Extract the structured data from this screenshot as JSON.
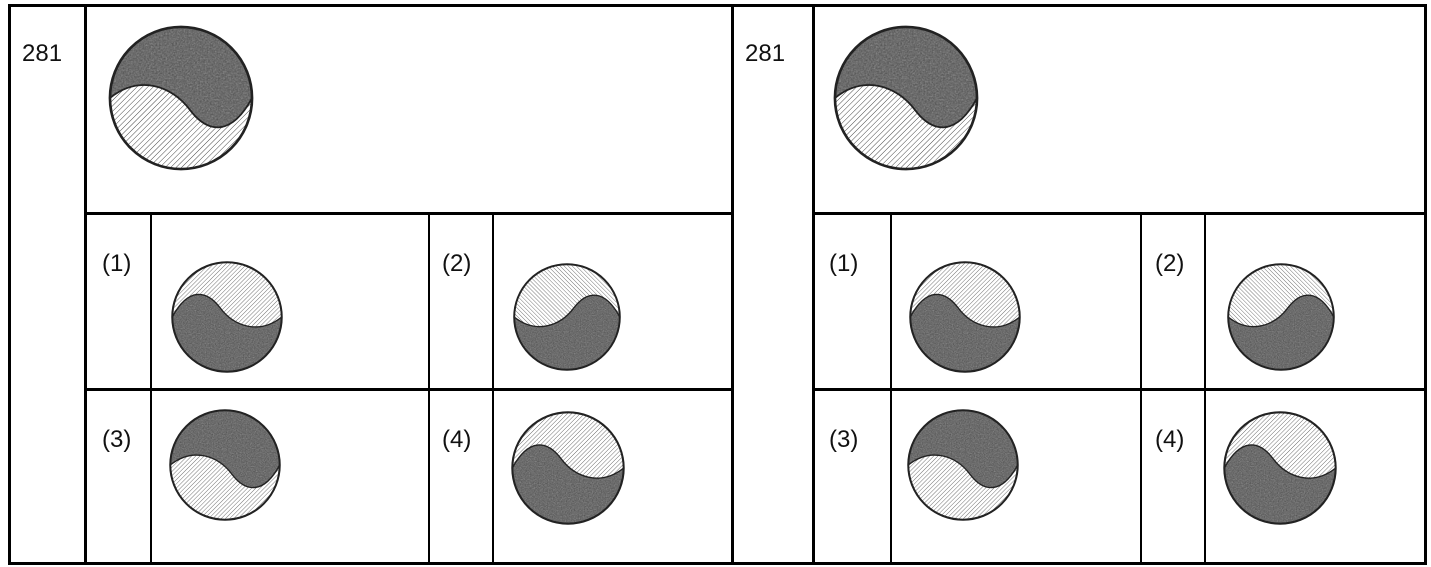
{
  "panels": [
    {
      "question_number": "281",
      "question_figure": {
        "dark_side": "top",
        "orientation": "standard"
      },
      "options": [
        {
          "label": "(1)",
          "dark_side": "bottom",
          "orientation": "standard"
        },
        {
          "label": "(2)",
          "dark_side": "bottom",
          "orientation": "mirror"
        },
        {
          "label": "(3)",
          "dark_side": "top",
          "orientation": "standard"
        },
        {
          "label": "(4)",
          "dark_side": "bottom",
          "orientation": "standard"
        }
      ]
    },
    {
      "question_number": "281",
      "question_figure": {
        "dark_side": "top",
        "orientation": "standard"
      },
      "options": [
        {
          "label": "(1)",
          "dark_side": "bottom",
          "orientation": "standard"
        },
        {
          "label": "(2)",
          "dark_side": "bottom",
          "orientation": "mirror"
        },
        {
          "label": "(3)",
          "dark_side": "top",
          "orientation": "standard"
        },
        {
          "label": "(4)",
          "dark_side": "bottom",
          "orientation": "standard"
        }
      ]
    }
  ],
  "colors": {
    "dark_fill": "#4f4f4f",
    "hatch_stroke": "#333333",
    "line": "#000000"
  }
}
